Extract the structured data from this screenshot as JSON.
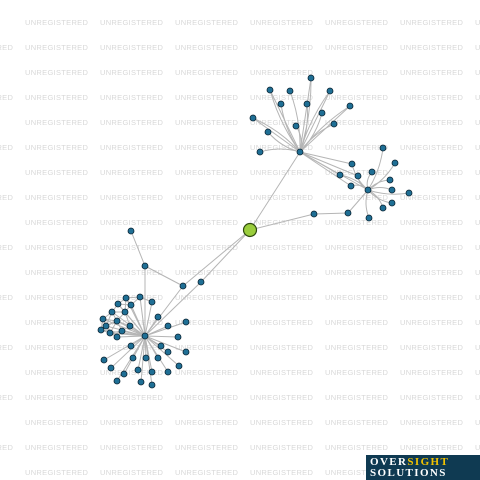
{
  "watermark": {
    "text": "UNREGISTERED"
  },
  "graph": {
    "colors": {
      "edge": "#b5b5b5",
      "node_fill": "#1f6f95",
      "node_stroke": "#0b2433",
      "center_fill": "#9acd3c",
      "center_stroke": "#2f4a0f"
    },
    "center": "center",
    "nodes": [
      "center",
      "hubA",
      "hubB",
      "hubC",
      "hubD",
      "a1",
      "a2",
      "a3",
      "a4",
      "a5",
      "a6",
      "a7",
      "a8",
      "a9",
      "a10",
      "a11",
      "a12",
      "a13",
      "b1",
      "b2",
      "b3",
      "b4",
      "b5",
      "b6",
      "b7",
      "b8",
      "b9",
      "b10",
      "b11",
      "b12",
      "b13",
      "b14",
      "d1",
      "d2",
      "d3",
      "c1",
      "c2",
      "c3",
      "c4",
      "c5",
      "c6",
      "c7",
      "c8",
      "c9",
      "c10",
      "c11",
      "c12",
      "c13",
      "c14",
      "c15",
      "c16",
      "c17",
      "c18",
      "c19",
      "c20",
      "c21",
      "c22",
      "c23",
      "c24",
      "c25",
      "c26",
      "c27",
      "c28",
      "c29",
      "c30",
      "c31",
      "c32",
      "c33",
      "c34",
      "c35",
      "c36",
      "c37"
    ]
  },
  "logo": {
    "word1": "OVER",
    "word2": "SIGHT",
    "word3": "SOLUTIONS"
  }
}
